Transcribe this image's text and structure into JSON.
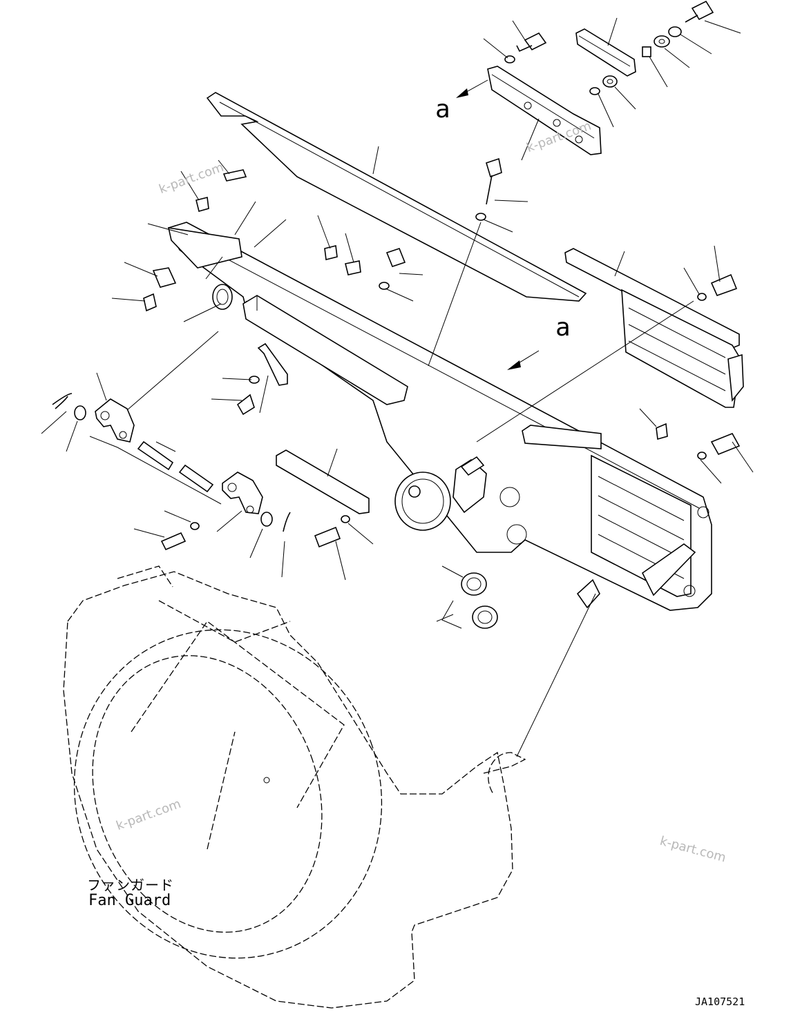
{
  "callouts": {
    "ref_a_top": "a",
    "ref_a_mid": "a"
  },
  "fan_guard": {
    "label_jp": "ファンガード",
    "label_en": "Fan Guard"
  },
  "drawing_number": "JA107521",
  "watermark": "k-part.com"
}
